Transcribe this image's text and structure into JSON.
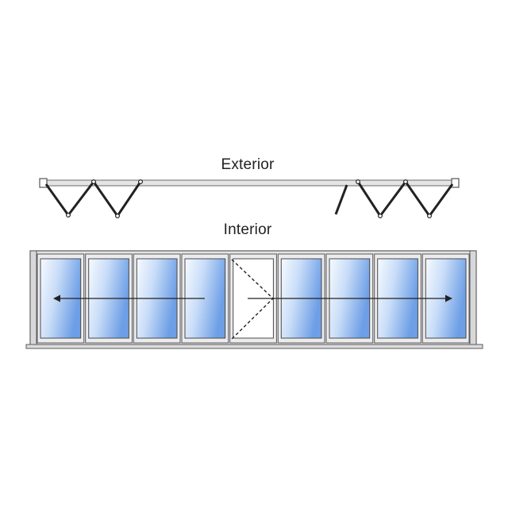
{
  "labels": {
    "exterior": "Exterior",
    "interior": "Interior"
  },
  "colors": {
    "frame_fill": "#e4e4e6",
    "frame_stroke": "#5a5a5a",
    "glass_light": "#f4f9ff",
    "glass_dark": "#6c9fe6",
    "line": "#222222"
  },
  "panels": {
    "count": 9,
    "hinged_panel_index": 4,
    "left_stack_count": 4,
    "right_stack_count": 4
  },
  "icons": {
    "arrow_left": "arrow-left-icon",
    "arrow_right": "arrow-right-icon",
    "swing_indicator": "door-swing-icon"
  }
}
